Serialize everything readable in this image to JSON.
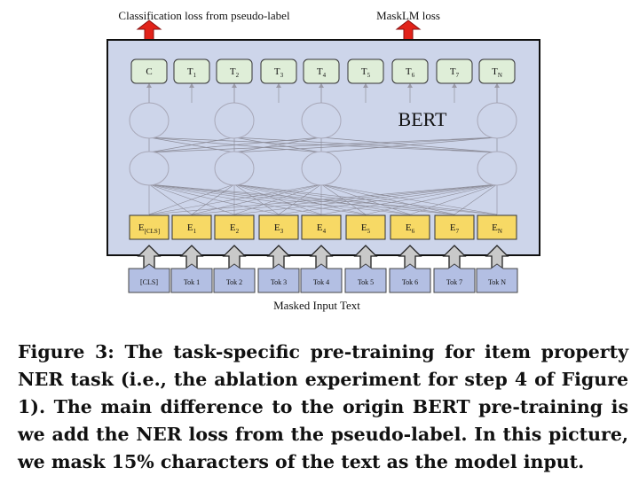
{
  "diagram": {
    "top_label_left": "Classification loss from pseudo-label",
    "top_label_right": "MaskLM loss",
    "model_name": "BERT",
    "output_tokens": [
      {
        "base": "C",
        "sub": ""
      },
      {
        "base": "T",
        "sub": "1"
      },
      {
        "base": "T",
        "sub": "2"
      },
      {
        "base": "T",
        "sub": "3"
      },
      {
        "base": "T",
        "sub": "4"
      },
      {
        "base": "T",
        "sub": "5"
      },
      {
        "base": "T",
        "sub": "6"
      },
      {
        "base": "T",
        "sub": "7"
      },
      {
        "base": "T",
        "sub": "N"
      }
    ],
    "embeddings": [
      {
        "base": "E",
        "sub": "[CLS]"
      },
      {
        "base": "E",
        "sub": "1"
      },
      {
        "base": "E",
        "sub": "2"
      },
      {
        "base": "E",
        "sub": "3"
      },
      {
        "base": "E",
        "sub": "4"
      },
      {
        "base": "E",
        "sub": "5"
      },
      {
        "base": "E",
        "sub": "6"
      },
      {
        "base": "E",
        "sub": "7"
      },
      {
        "base": "E",
        "sub": "N"
      }
    ],
    "input_tokens": [
      "[CLS]",
      "Tok 1",
      "Tok 2",
      "Tok 3",
      "Tok 4",
      "Tok 5",
      "Tok 6",
      "Tok 7",
      "Tok N"
    ],
    "bottom_label": "Masked Input Text",
    "colors": {
      "bert_bg": "#cdd5ea",
      "output_box": "#dfeed8",
      "embedding_box": "#f7d965",
      "input_box": "#b3bfe3",
      "arrow_red": "#e2231a",
      "arrow_gray": "#c9c9c9"
    }
  },
  "caption": "Figure 3: The task-specific pre-training for item property NER task (i.e., the ablation experiment for step 4 of Figure 1). The main difference to the origin BERT pre-training is we add the NER loss from the pseudo-label. In this picture, we mask 15% characters of the text as the model input."
}
